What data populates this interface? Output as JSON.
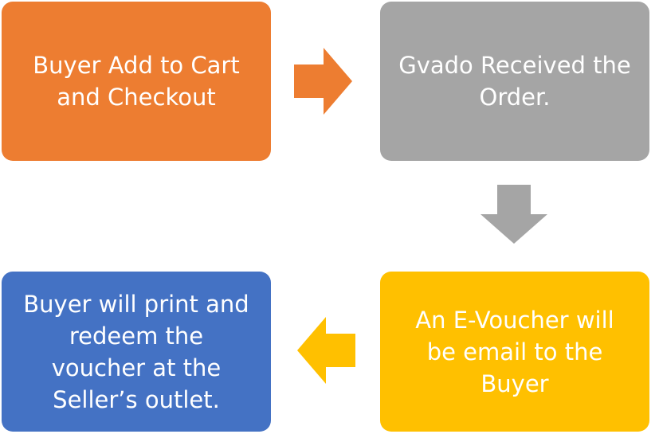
{
  "steps": [
    {
      "text": "Buyer Add to Cart\nand Checkout",
      "color": "#ed7d31"
    },
    {
      "text": "Gvado Received the\nOrder.",
      "color": "#a5a5a5"
    },
    {
      "text": "An E-Voucher will\nbe email to the\nBuyer",
      "color": "#ffc000"
    },
    {
      "text": "Buyer will print and\nredeem the\nvoucher at the\nSeller’s outlet.",
      "color": "#4472c4"
    }
  ],
  "arrows": [
    {
      "direction": "right",
      "color": "#ed7d31"
    },
    {
      "direction": "down",
      "color": "#a5a5a5"
    },
    {
      "direction": "left",
      "color": "#ffc000"
    }
  ]
}
